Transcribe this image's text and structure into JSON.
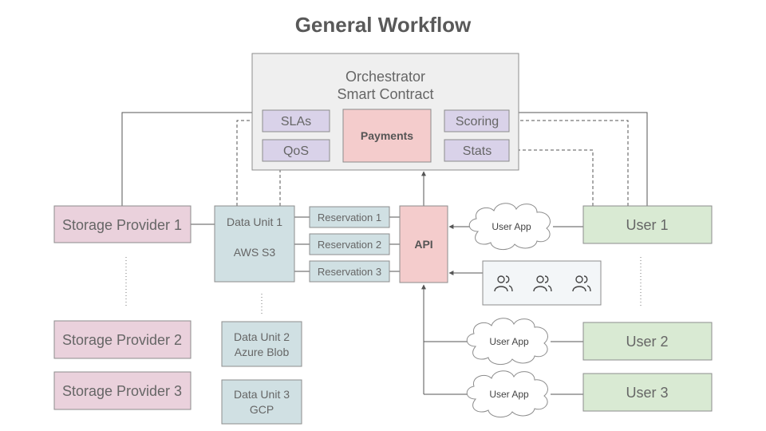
{
  "title": "General Workflow",
  "orchestrator": {
    "line1": "Orchestrator",
    "line2": "Smart Contract",
    "slas": "SLAs",
    "qos": "QoS",
    "payments": "Payments",
    "scoring": "Scoring",
    "stats": "Stats"
  },
  "storage_providers": [
    "Storage Provider 1",
    "Storage Provider 2",
    "Storage Provider 3"
  ],
  "data_units": {
    "du1_line1": "Data Unit 1",
    "du1_line2": "AWS S3",
    "du2_line1": "Data Unit 2",
    "du2_line2": "Azure Blob",
    "du3_line1": "Data Unit 3",
    "du3_line2": "GCP"
  },
  "reservations": [
    "Reservation 1",
    "Reservation 2",
    "Reservation 3"
  ],
  "api": "API",
  "user_app": "User App",
  "users": [
    "User 1",
    "User 2",
    "User 3"
  ],
  "icons": [
    "people-group-icon",
    "people-group-icon",
    "people-group-icon"
  ],
  "colors": {
    "provider_fill": "#ead1dc",
    "data_unit_fill": "#d0e0e3",
    "slot_fill": "#d9d2e9",
    "payments_fill": "#f4cccc",
    "user_fill": "#d9ead3",
    "orchestrator_fill": "#efefef"
  }
}
